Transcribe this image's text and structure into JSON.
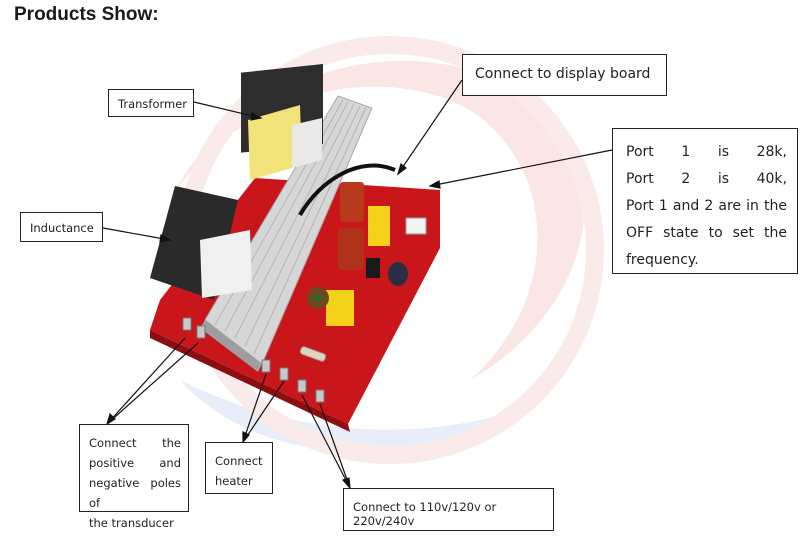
{
  "heading": "Products Show:",
  "labels": {
    "transformer": "Transformer",
    "inductance": "Inductance",
    "display_board": "Connect to display board",
    "port_lines": [
      "Port 1 is 28k,",
      "Port 2 is 40k,",
      "Port 1 and 2 are in the",
      "OFF state to set the",
      "frequency."
    ],
    "transducer_lines": [
      "Connect the",
      "positive and",
      "negative poles of",
      "the transducer"
    ],
    "heater_lines": [
      "Connect",
      "heater"
    ],
    "power": "Connect to 110v/120v or 220v/240v"
  },
  "colors": {
    "pcb": "#c9161b",
    "heatsink": "#cfcfcf",
    "transformer_core": "#2a2a2a",
    "transformer_winding": "#f1e27a",
    "capacitor": "#b83a1c",
    "yellow_capacitor": "#f2d21b",
    "watermark": "#f7dcdc"
  }
}
